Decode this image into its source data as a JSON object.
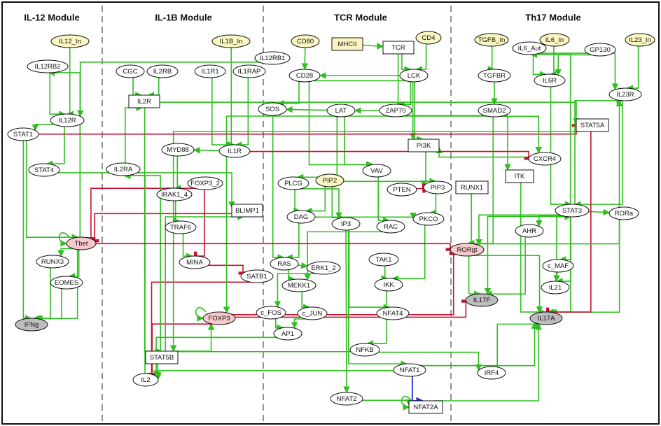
{
  "modules": [
    "IL-12 Module",
    "IL-1B Module",
    "TCR Module",
    "Th17 Module"
  ],
  "nodes": [
    {
      "id": "IL12_In",
      "label": "IL12_In",
      "type": "input"
    },
    {
      "id": "IL12RB2",
      "label": "IL12RB2",
      "type": "protein"
    },
    {
      "id": "IL12R",
      "label": "IL12R",
      "type": "protein"
    },
    {
      "id": "STAT1",
      "label": "STAT1",
      "type": "protein"
    },
    {
      "id": "STAT4",
      "label": "STAT4",
      "type": "protein"
    },
    {
      "id": "Tbet",
      "label": "Tbet",
      "type": "tf"
    },
    {
      "id": "RUNX3",
      "label": "RUNX3",
      "type": "protein"
    },
    {
      "id": "EOMES",
      "label": "EOMES",
      "type": "protein"
    },
    {
      "id": "IFNg",
      "label": "IFNg",
      "type": "output"
    },
    {
      "id": "IL1B_In",
      "label": "IL1B_In",
      "type": "input"
    },
    {
      "id": "CGC",
      "label": "CGC",
      "type": "protein"
    },
    {
      "id": "IL2RB",
      "label": "IL2RB",
      "type": "protein"
    },
    {
      "id": "IL2R",
      "label": "IL2R",
      "type": "complex"
    },
    {
      "id": "IL1R1",
      "label": "IL1R1",
      "type": "protein"
    },
    {
      "id": "IL1RAP",
      "label": "IL1RAP",
      "type": "protein"
    },
    {
      "id": "MYD88",
      "label": "MYD88",
      "type": "protein"
    },
    {
      "id": "IL1R",
      "label": "IL1R",
      "type": "protein"
    },
    {
      "id": "IL2RA",
      "label": "IL2RA",
      "type": "protein"
    },
    {
      "id": "FOXP3_2",
      "label": "FOXP3_2",
      "type": "protein"
    },
    {
      "id": "IRAK1_4",
      "label": "IRAK1_4",
      "type": "protein"
    },
    {
      "id": "BLIMP1",
      "label": "BLIMP1",
      "type": "complex"
    },
    {
      "id": "TRAF6",
      "label": "TRAF6",
      "type": "protein"
    },
    {
      "id": "MINA",
      "label": "MINA",
      "type": "protein"
    },
    {
      "id": "SATB1",
      "label": "SATB1",
      "type": "protein"
    },
    {
      "id": "FOXP3",
      "label": "FOXP3",
      "type": "tf"
    },
    {
      "id": "STAT5B",
      "label": "STAT5B",
      "type": "complex"
    },
    {
      "id": "IL2",
      "label": "IL2",
      "type": "protein"
    },
    {
      "id": "CD80",
      "label": "CD80",
      "type": "input"
    },
    {
      "id": "MHCII",
      "label": "MHCII",
      "type": "input-rect"
    },
    {
      "id": "TCR",
      "label": "TCR",
      "type": "complex"
    },
    {
      "id": "CD4",
      "label": "CD4",
      "type": "input"
    },
    {
      "id": "IL12RB1",
      "label": "IL12RB1",
      "type": "protein"
    },
    {
      "id": "CD28",
      "label": "CD28",
      "type": "protein"
    },
    {
      "id": "LCK",
      "label": "LCK",
      "type": "protein"
    },
    {
      "id": "SOS",
      "label": "SOS",
      "type": "protein"
    },
    {
      "id": "LAT",
      "label": "LAT",
      "type": "protein"
    },
    {
      "id": "ZAP70",
      "label": "ZAP70",
      "type": "protein"
    },
    {
      "id": "PI3K",
      "label": "PI3K",
      "type": "complex"
    },
    {
      "id": "VAV",
      "label": "VAV",
      "type": "protein"
    },
    {
      "id": "PLCG",
      "label": "PLCG",
      "type": "protein"
    },
    {
      "id": "PIP2",
      "label": "PIP2",
      "type": "input"
    },
    {
      "id": "PTEN",
      "label": "PTEN",
      "type": "protein"
    },
    {
      "id": "PIP3",
      "label": "PIP3",
      "type": "protein"
    },
    {
      "id": "DAG",
      "label": "DAG",
      "type": "protein"
    },
    {
      "id": "IP3",
      "label": "IP3",
      "type": "protein"
    },
    {
      "id": "RAC",
      "label": "RAC",
      "type": "protein"
    },
    {
      "id": "PKCO",
      "label": "PKCO",
      "type": "protein"
    },
    {
      "id": "RAS",
      "label": "RAS",
      "type": "protein"
    },
    {
      "id": "ERK1_2",
      "label": "ERK1_2",
      "type": "protein"
    },
    {
      "id": "MEKK1",
      "label": "MEKK1",
      "type": "protein"
    },
    {
      "id": "TAK1",
      "label": "TAK1",
      "type": "protein"
    },
    {
      "id": "IKK",
      "label": "IKK",
      "type": "protein"
    },
    {
      "id": "c_FOS",
      "label": "c_FOS",
      "type": "protein"
    },
    {
      "id": "c_JUN",
      "label": "c_JUN",
      "type": "protein"
    },
    {
      "id": "NFAT4",
      "label": "NFAT4",
      "type": "protein"
    },
    {
      "id": "AP1",
      "label": "AP1",
      "type": "protein"
    },
    {
      "id": "NFKB",
      "label": "NFKB",
      "type": "protein"
    },
    {
      "id": "NFAT1",
      "label": "NFAT1",
      "type": "protein"
    },
    {
      "id": "NFAT2",
      "label": "NFAT2",
      "type": "protein"
    },
    {
      "id": "NFAT2A",
      "label": "NFAT2A",
      "type": "complex"
    },
    {
      "id": "TGFB_In",
      "label": "TGFB_In",
      "type": "input"
    },
    {
      "id": "IL6_In",
      "label": "IL6_In",
      "type": "input"
    },
    {
      "id": "IL23_In",
      "label": "IL23_In",
      "type": "input"
    },
    {
      "id": "IL6_Aut",
      "label": "IL6_Aut",
      "type": "protein"
    },
    {
      "id": "GP130",
      "label": "GP130",
      "type": "protein"
    },
    {
      "id": "TGFBR",
      "label": "TGFBR",
      "type": "protein"
    },
    {
      "id": "IL6R",
      "label": "IL6R",
      "type": "protein"
    },
    {
      "id": "IL23R",
      "label": "IL23R",
      "type": "protein"
    },
    {
      "id": "SMAD2",
      "label": "SMAD2",
      "type": "protein"
    },
    {
      "id": "STAT5A",
      "label": "STAT5A",
      "type": "complex"
    },
    {
      "id": "CXCR4",
      "label": "CXCR4",
      "type": "protein"
    },
    {
      "id": "ITK",
      "label": "ITK",
      "type": "complex"
    },
    {
      "id": "RUNX1",
      "label": "RUNX1",
      "type": "complex"
    },
    {
      "id": "STAT3",
      "label": "STAT3",
      "type": "protein"
    },
    {
      "id": "RORa",
      "label": "RORa",
      "type": "protein"
    },
    {
      "id": "AHR",
      "label": "AHR",
      "type": "protein"
    },
    {
      "id": "RORgt",
      "label": "RORgt",
      "type": "tf"
    },
    {
      "id": "c_MAF",
      "label": "c_MAF",
      "type": "protein"
    },
    {
      "id": "IL21",
      "label": "IL21",
      "type": "protein"
    },
    {
      "id": "IL17F",
      "label": "IL17F",
      "type": "output"
    },
    {
      "id": "IL17A",
      "label": "IL17A",
      "type": "output"
    },
    {
      "id": "IRF4",
      "label": "IRF4",
      "type": "protein"
    }
  ],
  "edges": [
    [
      "IL12_In",
      "IL12R",
      "act"
    ],
    [
      "IL12RB2",
      "IL12R",
      "act"
    ],
    [
      "IL12RB1",
      "IL12R",
      "act"
    ],
    [
      "IL12R",
      "STAT1",
      "act"
    ],
    [
      "IL12R",
      "STAT4",
      "act"
    ],
    [
      "STAT1",
      "Tbet",
      "act"
    ],
    [
      "STAT4",
      "BLIMP1",
      "act"
    ],
    [
      "Tbet",
      "Tbet",
      "act"
    ],
    [
      "Tbet",
      "IFNg",
      "act"
    ],
    [
      "RUNX3",
      "IFNg",
      "act"
    ],
    [
      "EOMES",
      "IFNg",
      "act"
    ],
    [
      "Tbet",
      "RUNX3",
      "act"
    ],
    [
      "Tbet",
      "EOMES",
      "act"
    ],
    [
      "STAT1",
      "IFNg",
      "act"
    ],
    [
      "IL1B_In",
      "IL1R",
      "act"
    ],
    [
      "IL1R1",
      "IL1R",
      "act"
    ],
    [
      "IL1RAP",
      "IL1R",
      "act"
    ],
    [
      "IL1R",
      "MYD88",
      "act"
    ],
    [
      "MYD88",
      "IRAK1_4",
      "act"
    ],
    [
      "IRAK1_4",
      "TRAF6",
      "act"
    ],
    [
      "TRAF6",
      "MINA",
      "act"
    ],
    [
      "CGC",
      "IL2R",
      "act"
    ],
    [
      "IL2RB",
      "IL2R",
      "act"
    ],
    [
      "IL2R",
      "STAT5B",
      "act"
    ],
    [
      "IL2RA",
      "IL2R",
      "act"
    ],
    [
      "STAT5B",
      "FOXP3",
      "act"
    ],
    [
      "FOXP3",
      "FOXP3",
      "act"
    ],
    [
      "FOXP3",
      "IL2",
      "inh"
    ],
    [
      "FOXP3_2",
      "MINA",
      "inh"
    ],
    [
      "FOXP3_2",
      "Tbet",
      "inh"
    ],
    [
      "BLIMP1",
      "Tbet",
      "inh"
    ],
    [
      "SATB1",
      "IL2",
      "inh"
    ],
    [
      "MINA",
      "SATB1",
      "inh"
    ],
    [
      "STAT5B",
      "IL2RA",
      "act"
    ],
    [
      "AP1",
      "IL2",
      "act"
    ],
    [
      "NFAT1",
      "IL2",
      "act"
    ],
    [
      "NFKB",
      "IL2",
      "act"
    ],
    [
      "IL2",
      "IL2RA",
      "act"
    ],
    [
      "STAT5B",
      "BLIMP1",
      "act"
    ],
    [
      "FOXP3",
      "RORgt",
      "inh"
    ],
    [
      "Tbet",
      "IL12RB2",
      "act"
    ],
    [
      "CD80",
      "CD28",
      "act"
    ],
    [
      "MHCII",
      "TCR",
      "act"
    ],
    [
      "CD4",
      "LCK",
      "act"
    ],
    [
      "TCR",
      "LCK",
      "act"
    ],
    [
      "TCR",
      "ZAP70",
      "act"
    ],
    [
      "LCK",
      "ZAP70",
      "act"
    ],
    [
      "LCK",
      "CD28",
      "act"
    ],
    [
      "ZAP70",
      "LAT",
      "act"
    ],
    [
      "LAT",
      "SOS",
      "act"
    ],
    [
      "LAT",
      "PLCG",
      "act"
    ],
    [
      "LAT",
      "VAV",
      "act"
    ],
    [
      "CD28",
      "PI3K",
      "act"
    ],
    [
      "CD28",
      "VAV",
      "act"
    ],
    [
      "CD28",
      "SOS",
      "act"
    ],
    [
      "PI3K",
      "PIP3",
      "act"
    ],
    [
      "PIP2",
      "PIP3",
      "act"
    ],
    [
      "PTEN",
      "PIP3",
      "inh"
    ],
    [
      "PLCG",
      "DAG",
      "act"
    ],
    [
      "PLCG",
      "IP3",
      "act"
    ],
    [
      "PIP2",
      "DAG",
      "act"
    ],
    [
      "PIP2",
      "IP3",
      "act"
    ],
    [
      "DAG",
      "RAS",
      "act"
    ],
    [
      "DAG",
      "PKCO",
      "act"
    ],
    [
      "PIP3",
      "PKCO",
      "act"
    ],
    [
      "VAV",
      "RAC",
      "act"
    ],
    [
      "SOS",
      "RAS",
      "act"
    ],
    [
      "RAS",
      "ERK1_2",
      "act"
    ],
    [
      "RAS",
      "MEKK1",
      "act"
    ],
    [
      "RAC",
      "MEKK1",
      "act"
    ],
    [
      "ERK1_2",
      "c_FOS",
      "act"
    ],
    [
      "MEKK1",
      "c_JUN",
      "act"
    ],
    [
      "c_FOS",
      "AP1",
      "act"
    ],
    [
      "c_JUN",
      "AP1",
      "act"
    ],
    [
      "TAK1",
      "IKK",
      "act"
    ],
    [
      "PKCO",
      "IKK",
      "act"
    ],
    [
      "IKK",
      "NFKB",
      "act"
    ],
    [
      "IP3",
      "NFAT4",
      "act"
    ],
    [
      "IP3",
      "NFAT1",
      "act"
    ],
    [
      "IP3",
      "NFAT2",
      "act"
    ],
    [
      "NFAT2",
      "NFAT2A",
      "act"
    ],
    [
      "NFAT1",
      "NFAT2A",
      "blue"
    ],
    [
      "NFAT2A",
      "NFAT2A",
      "act"
    ],
    [
      "ZAP70",
      "ITK",
      "act"
    ],
    [
      "LCK",
      "PI3K",
      "act"
    ],
    [
      "TGFB_In",
      "TGFBR",
      "act"
    ],
    [
      "TGFBR",
      "SMAD2",
      "act"
    ],
    [
      "IL6_In",
      "IL6R",
      "act"
    ],
    [
      "IL6_Aut",
      "IL6R",
      "act"
    ],
    [
      "GP130",
      "IL6R",
      "act"
    ],
    [
      "IL23_In",
      "IL23R",
      "act"
    ],
    [
      "IL6R",
      "STAT3",
      "act"
    ],
    [
      "IL23R",
      "STAT3",
      "act"
    ],
    [
      "STAT3",
      "RORa",
      "act"
    ],
    [
      "STAT3",
      "RORgt",
      "act"
    ],
    [
      "STAT3",
      "AHR",
      "act"
    ],
    [
      "STAT3",
      "c_MAF",
      "act"
    ],
    [
      "STAT3",
      "IL21",
      "act"
    ],
    [
      "STAT3",
      "IL17A",
      "act"
    ],
    [
      "STAT3",
      "IL17F",
      "act"
    ],
    [
      "SMAD2",
      "RORgt",
      "act"
    ],
    [
      "SMAD2",
      "FOXP3",
      "act"
    ],
    [
      "RORgt",
      "IL17F",
      "act"
    ],
    [
      "RORgt",
      "IL17A",
      "act"
    ],
    [
      "RORa",
      "IL17A",
      "act"
    ],
    [
      "AHR",
      "IL17F",
      "act"
    ],
    [
      "c_MAF",
      "IL21",
      "act"
    ],
    [
      "IL21",
      "STAT3",
      "act"
    ],
    [
      "RUNX1",
      "RORgt",
      "act"
    ],
    [
      "ITK",
      "IL17A",
      "act"
    ],
    [
      "IRF4",
      "IL17A",
      "act"
    ],
    [
      "NFAT1",
      "IL17A",
      "act"
    ],
    [
      "STAT5A",
      "IL17A",
      "inh"
    ],
    [
      "STAT5A",
      "STAT5B",
      "act"
    ],
    [
      "IL2R",
      "STAT5A",
      "act"
    ],
    [
      "CXCR4",
      "PI3K",
      "act"
    ],
    [
      "IL1R",
      "CXCR4",
      "inh"
    ],
    [
      "STAT1",
      "STAT5A",
      "inh"
    ],
    [
      "STAT3",
      "IL23R",
      "act"
    ],
    [
      "RORgt",
      "IL23R",
      "act"
    ],
    [
      "NFKB",
      "IRF4",
      "act"
    ],
    [
      "FOXP3",
      "IL17F",
      "inh"
    ],
    [
      "Tbet",
      "RORgt",
      "inh"
    ],
    [
      "NFAT2A",
      "IL17A",
      "act"
    ],
    [
      "SMAD2",
      "CXCR4",
      "act"
    ],
    [
      "IL6_Aut",
      "IL23R",
      "act"
    ],
    [
      "STAT3",
      "IL6_Aut",
      "act"
    ]
  ]
}
